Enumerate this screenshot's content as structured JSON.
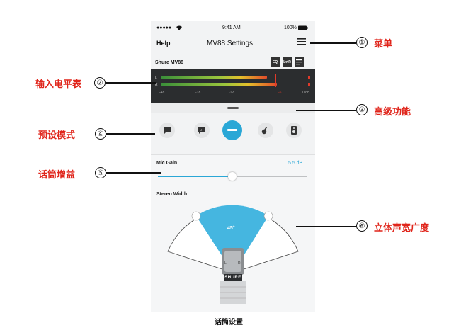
{
  "status_bar": {
    "signal": "●●●●● ",
    "time": "9:41 AM",
    "battery": "100%"
  },
  "nav": {
    "help_label": "Help",
    "title": "MV88 Settings"
  },
  "device": {
    "name": "Shure MV88",
    "eq_label": "EQ",
    "lr_label": "L⇄R"
  },
  "meter": {
    "channel_left": "L",
    "channel_right": "R",
    "ticks": [
      "-48",
      "-18",
      "-12",
      "-6",
      "0 dB"
    ],
    "left_level": 0.75,
    "right_level": 0.82
  },
  "mic_gain": {
    "label": "Mic Gain",
    "value": "5.5 dB",
    "slider_fraction": 0.5
  },
  "stereo_width": {
    "label": "Stereo Width",
    "angle": "45°"
  },
  "brand": "SHURE",
  "caption": "话筒设置",
  "callouts": [
    {
      "number": "①",
      "text": "菜单"
    },
    {
      "number": "②",
      "text": "输入电平表"
    },
    {
      "number": "③",
      "text": "高级功能"
    },
    {
      "number": "④",
      "text": "预设模式"
    },
    {
      "number": "⑤",
      "text": "话筒增益"
    },
    {
      "number": "⑥",
      "text": "立体声宽广度"
    }
  ],
  "presets": [
    "speech-icon",
    "singing-icon",
    "flat-icon",
    "acoustic-guitar-icon",
    "loud-icon"
  ],
  "colors": {
    "accent": "#2aa7d6",
    "callout_red": "#e0251b",
    "meter_bg": "#2b2d2f"
  }
}
